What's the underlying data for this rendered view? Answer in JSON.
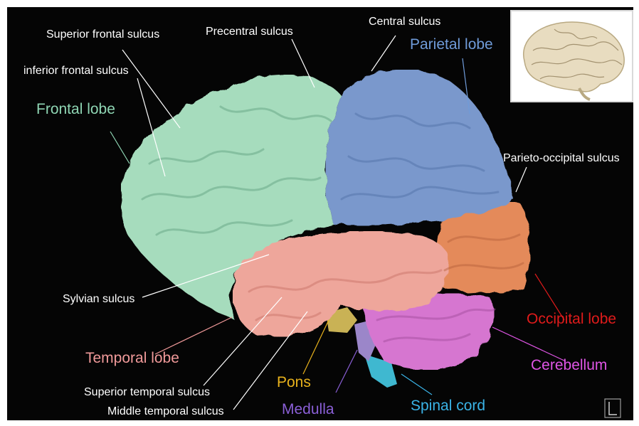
{
  "labels": {
    "superior_frontal_sulcus": "Superior frontal sulcus",
    "inferior_frontal_sulcus": "inferior frontal sulcus",
    "precentral_sulcus": "Precentral sulcus",
    "central_sulcus": "Central sulcus",
    "parieto_occipital_sulcus": "Parieto-occipital sulcus",
    "sylvian_sulcus": "Sylvian sulcus",
    "superior_temporal_sulcus": "Superior temporal sulcus",
    "middle_temporal_sulcus": "Middle temporal sulcus"
  },
  "lobes": {
    "frontal": {
      "label": "Frontal lobe",
      "color": "#8fd6b4"
    },
    "parietal": {
      "label": "Parietal lobe",
      "color": "#6f9bd9"
    },
    "occipital": {
      "label": "Occipital lobe",
      "color": "#e01b1b"
    },
    "temporal": {
      "label": "Temporal lobe",
      "color": "#f19a9a"
    },
    "cerebellum": {
      "label": "Cerebellum",
      "color": "#e055e6"
    },
    "pons": {
      "label": "Pons",
      "color": "#e8b21c"
    },
    "medulla": {
      "label": "Medulla",
      "color": "#8a5fd6"
    },
    "spinal_cord": {
      "label": "Spinal cord",
      "color": "#3ab3e6"
    }
  },
  "region_colors": {
    "frontal_fill": "#a6dcbd",
    "parietal_fill": "#7a98cc",
    "occipital_fill": "#e48a5a",
    "temporal_fill": "#eea69b",
    "cerebellum_fill": "#d676d0",
    "pons_fill": "#c9b255",
    "medulla_fill": "#9b86c9",
    "spinal_cord_fill": "#3fb8d0"
  }
}
